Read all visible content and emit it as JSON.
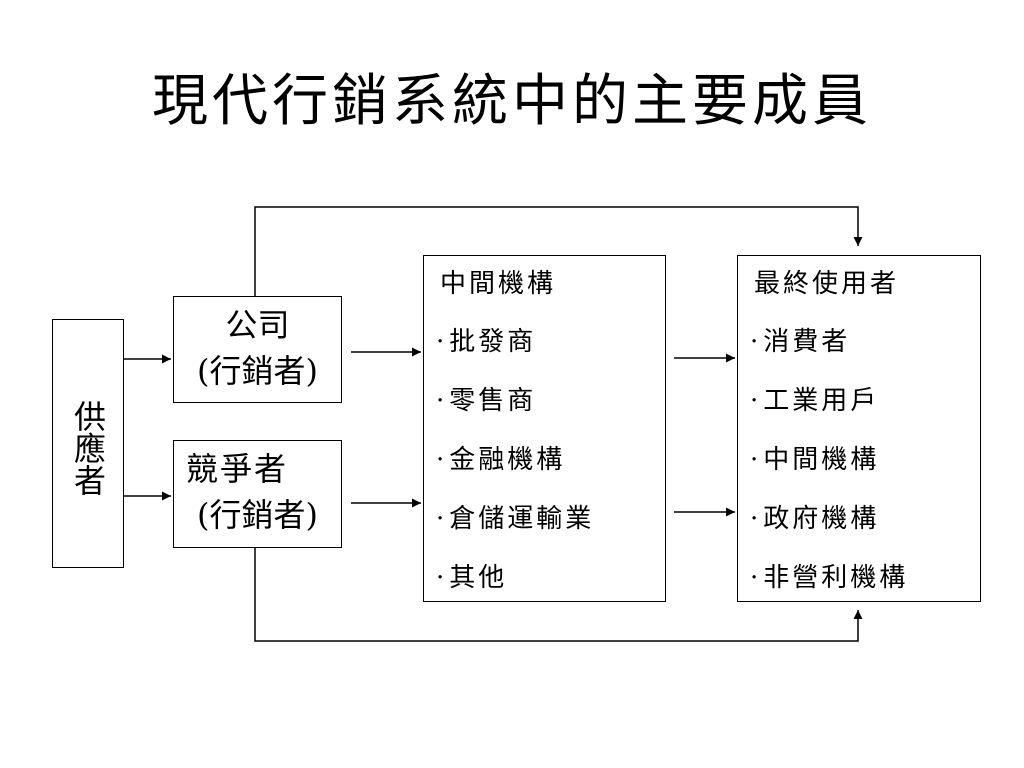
{
  "title": "現代行銷系統中的主要成員",
  "supplier": {
    "label": "供應者"
  },
  "company": {
    "name": "公司",
    "role": "(行銷者)"
  },
  "competitor": {
    "name": "競爭者",
    "role": "(行銷者)"
  },
  "intermediaries": {
    "title": "中間機構",
    "items": [
      "批發商",
      "零售商",
      "金融機構",
      "倉儲運輸業",
      "其他"
    ]
  },
  "end_users": {
    "title": "最終使用者",
    "items": [
      "消費者",
      "工業用戶",
      "中間機構",
      "政府機構",
      "非營利機構"
    ]
  }
}
